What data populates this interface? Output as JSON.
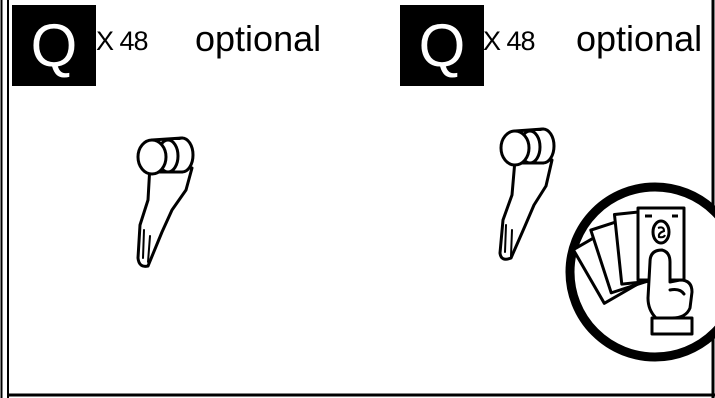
{
  "panel_left": {
    "badge_letter": "Q",
    "quantity": "X 48",
    "note": "optional",
    "part_icon": "curtain-hook-icon"
  },
  "panel_right": {
    "badge_letter": "Q",
    "quantity": "X 48",
    "note": "optional",
    "part_icon": "curtain-hook-icon",
    "extra_icon": "purchase-separately-money-icon"
  }
}
